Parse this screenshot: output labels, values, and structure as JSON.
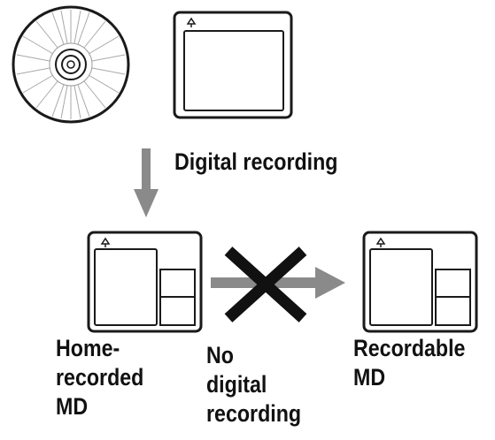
{
  "labels": {
    "digital_recording": "Digital recording",
    "home_recorded": [
      "Home-",
      "recorded",
      "MD"
    ],
    "no_digital": [
      "No",
      "digital",
      "recording"
    ],
    "recordable": [
      "Recordable",
      "MD"
    ]
  },
  "colors": {
    "stroke": "#1a1a1a",
    "arrow_gray": "#8a8a8a",
    "cross": "#111111",
    "background": "#ffffff"
  },
  "icons": [
    "compact-disc-icon",
    "minidisc-cartridge-icon",
    "home-recorded-minidisc-icon",
    "recordable-minidisc-icon",
    "prohibited-cross-icon"
  ]
}
